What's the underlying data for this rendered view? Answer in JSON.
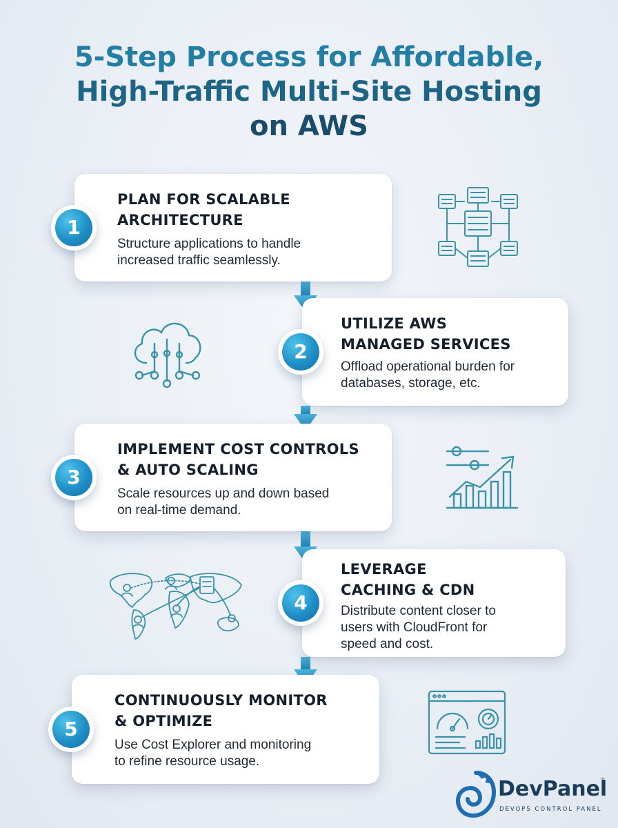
{
  "title": {
    "line1": "5-Step Process for Affordable,",
    "line2": "High-Traffic Multi-Site Hosting",
    "line3": "on AWS"
  },
  "steps": [
    {
      "number": "1",
      "heading_line1": "PLAN FOR SCALABLE",
      "heading_line2": "ARCHITECTURE",
      "desc_line1": "Structure applications to handle",
      "desc_line2": "increased traffic seamlessly.",
      "desc_line3": "",
      "icon": "server-network-icon"
    },
    {
      "number": "2",
      "heading_line1": "UTILIZE AWS",
      "heading_line2": "MANAGED SERVICES",
      "desc_line1": "Offload operational burden for",
      "desc_line2": "databases, storage, etc.",
      "desc_line3": "",
      "icon": "cloud-circuit-icon"
    },
    {
      "number": "3",
      "heading_line1": "IMPLEMENT COST CONTROLS",
      "heading_line2": "& AUTO SCALING",
      "desc_line1": "Scale resources up and down based",
      "desc_line2": "on real-time demand.",
      "desc_line3": "",
      "icon": "sliders-growth-chart-icon"
    },
    {
      "number": "4",
      "heading_line1": "LEVERAGE",
      "heading_line2": "CACHING & CDN",
      "desc_line1": "Distribute content closer to",
      "desc_line2": "users with CloudFront for",
      "desc_line3": "speed and cost.",
      "icon": "world-map-users-icon"
    },
    {
      "number": "5",
      "heading_line1": "CONTINUOUSLY MONITOR",
      "heading_line2": "& OPTIMIZE",
      "desc_line1": "Use Cost Explorer and monitoring",
      "desc_line2": "to refine resource usage.",
      "desc_line3": "",
      "icon": "dashboard-gauges-icon"
    }
  ],
  "logo": {
    "brand": "DevPanel",
    "trademark": "™",
    "tagline": "DEVOPS CONTROL PANEL",
    "icon": "chameleon-logo-icon"
  },
  "colors": {
    "accent": "#1f8fc7",
    "title_start": "#247ea3",
    "title_end": "#1b4c6a",
    "heading_text": "#16202c",
    "icon_stroke": "#3a93a8"
  }
}
